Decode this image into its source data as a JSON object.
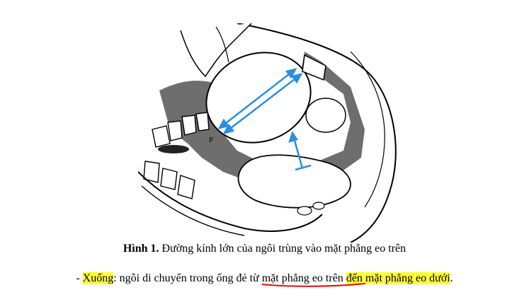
{
  "caption": {
    "label": "Hình 1.",
    "text": " Đường kính lớn của ngôi trùng vào mặt phẳng eo trên"
  },
  "body": {
    "prefix": "- ",
    "term": "Xuống",
    "after_term": ": ngôi di chuyển trong ống đẻ từ ",
    "underlined": "mặt phẳng eo trên",
    "gap": " ",
    "highlighted_end": "đến mặt phẳng eo dưới",
    "suffix": "."
  },
  "figure": {
    "label_letter": "P"
  },
  "colors": {
    "highlight": "#ffff33",
    "underline": "#e01010",
    "arrow": "#2a8fe0"
  }
}
